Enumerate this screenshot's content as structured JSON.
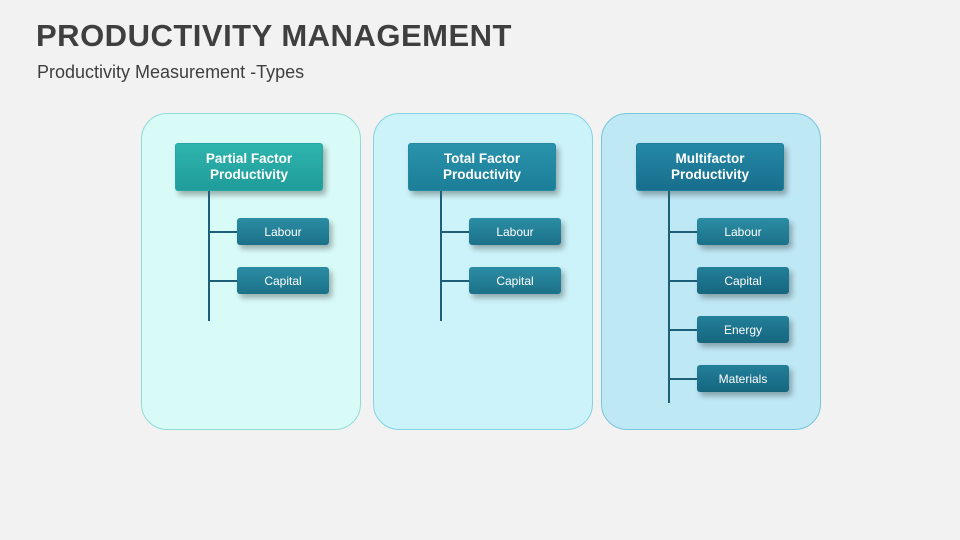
{
  "slide": {
    "title": "PRODUCTIVITY MANAGEMENT",
    "subtitle": "Productivity Measurement -Types",
    "background_color": "#f2f2f2",
    "title_color": "#3f3f3f"
  },
  "panels": [
    {
      "id": "partial-factor-productivity",
      "header": "Partial Factor Productivity",
      "header_line1": "Partial Factor",
      "header_line2": "Productivity",
      "header_color": "#2aaca8",
      "panel_color": "#d9fbf7",
      "items": [
        "Labour",
        "Capital"
      ]
    },
    {
      "id": "total-factor-productivity",
      "header": "Total Factor Productivity",
      "header_line1": "Total Factor",
      "header_line2": "Productivity",
      "header_color": "#2389a3",
      "panel_color": "#ccf3f9",
      "items": [
        "Labour",
        "Capital"
      ]
    },
    {
      "id": "multifactor-productivity",
      "header": "Multifactor Productivity",
      "header_line1": "Multifactor",
      "header_line2": "Productivity",
      "header_color": "#1f7d99",
      "panel_color": "#bfe8f5",
      "items": [
        "Labour",
        "Capital",
        "Energy",
        "Materials"
      ]
    }
  ]
}
